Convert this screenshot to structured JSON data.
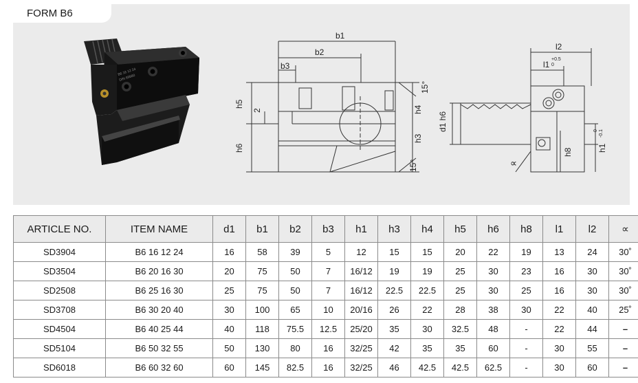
{
  "form_label": "FORM B6",
  "product_photo_text": [
    "B6 16 12 24",
    "DIN 69880"
  ],
  "front_view_labels": {
    "b1": "b1",
    "b2": "b2",
    "b3": "b3",
    "h5": "h5",
    "h6": "h6",
    "h3": "h3",
    "h4": "h4",
    "two": "2",
    "angle_top": "15°",
    "angle_bottom": "15°"
  },
  "side_view_labels": {
    "l2": "l2",
    "l1": "l1",
    "l1_tol_upper": "+0.5",
    "l1_tol_lower": "0",
    "d1h6": "d1 h6",
    "h8": "h8",
    "h1": "h1",
    "h1_tol_upper": "0",
    "h1_tol_lower": "-0.1",
    "alpha": "∝"
  },
  "table": {
    "columns": [
      "ARTICLE NO.",
      "ITEM NAME",
      "d1",
      "b1",
      "b2",
      "b3",
      "h1",
      "h3",
      "h4",
      "h5",
      "h6",
      "h8",
      "l1",
      "l2",
      "∝"
    ],
    "rows": [
      [
        "SD3904",
        "B6 16 12 24",
        "16",
        "58",
        "39",
        "5",
        "12",
        "15",
        "15",
        "20",
        "22",
        "19",
        "13",
        "24",
        "30˚"
      ],
      [
        "SD3504",
        "B6 20 16 30",
        "20",
        "75",
        "50",
        "7",
        "16/12",
        "19",
        "19",
        "25",
        "30",
        "23",
        "16",
        "30",
        "30˚"
      ],
      [
        "SD2508",
        "B6 25 16 30",
        "25",
        "75",
        "50",
        "7",
        "16/12",
        "22.5",
        "22.5",
        "25",
        "30",
        "25",
        "16",
        "30",
        "30˚"
      ],
      [
        "SD3708",
        "B6 30 20 40",
        "30",
        "100",
        "65",
        "10",
        "20/16",
        "26",
        "22",
        "28",
        "38",
        "30",
        "22",
        "40",
        "25˚"
      ],
      [
        "SD4504",
        "B6 40 25 44",
        "40",
        "118",
        "75.5",
        "12.5",
        "25/20",
        "35",
        "30",
        "32.5",
        "48",
        "-",
        "22",
        "44",
        "–"
      ],
      [
        "SD5104",
        "B6 50 32 55",
        "50",
        "130",
        "80",
        "16",
        "32/25",
        "42",
        "35",
        "35",
        "60",
        "-",
        "30",
        "55",
        "–"
      ],
      [
        "SD6018",
        "B6 60 32 60",
        "60",
        "145",
        "82.5",
        "16",
        "32/25",
        "46",
        "42.5",
        "42.5",
        "62.5",
        "-",
        "30",
        "60",
        "–"
      ]
    ]
  },
  "colors": {
    "panel_bg": "#ebebeb",
    "border": "#8a8a8a",
    "tool_black": "#111111"
  }
}
